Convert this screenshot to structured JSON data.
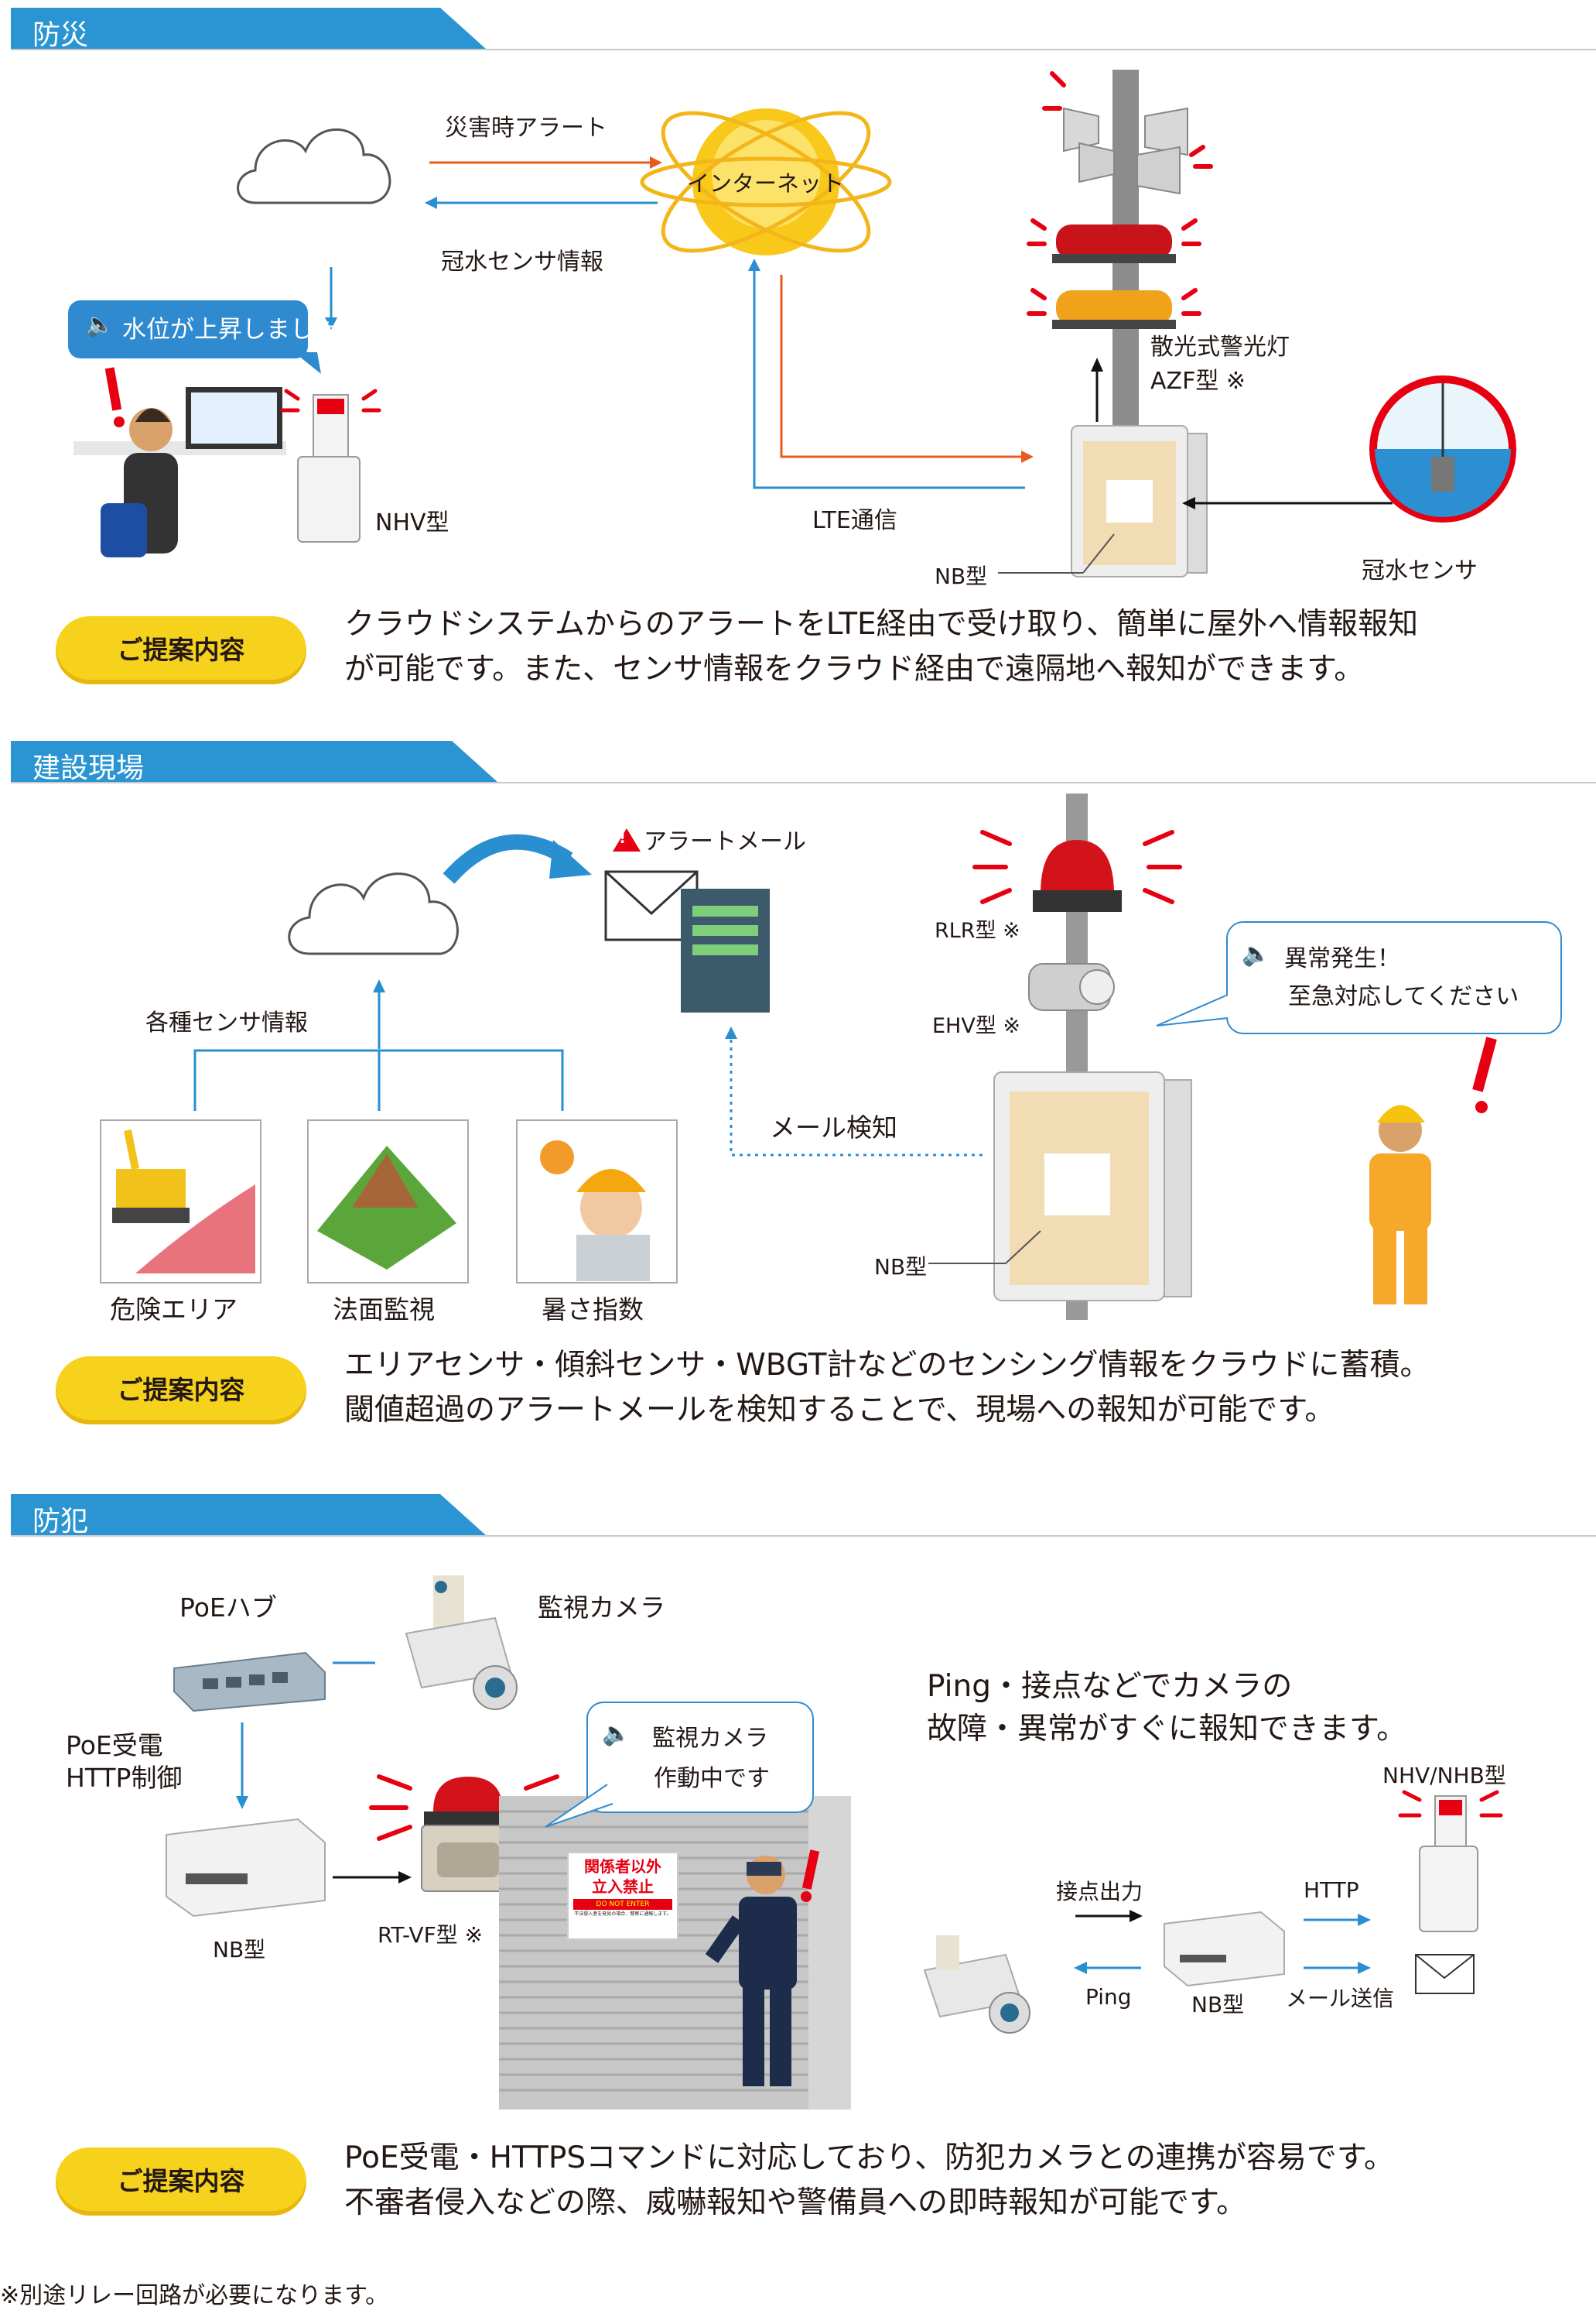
{
  "sections": {
    "disaster": {
      "title": "防災",
      "cloud_alert_label": "災害時アラート",
      "sensor_info_label": "冠水センサ情報",
      "internet_label": "インターネット",
      "speech_text": "水位が上昇しました",
      "nhv_label": "NHV型",
      "lte_label": "LTE通信",
      "nb_label": "NB型",
      "warning_light_label_1": "散光式警光灯",
      "warning_light_label_2": "AZF型 ※",
      "flood_sensor_label": "冠水センサ",
      "proposal_button": "ご提案内容",
      "proposal_line1": "クラウドシステムからのアラートをLTE経由で受け取り、簡単に屋外へ情報報知",
      "proposal_line2": "が可能です。また、センサ情報をクラウド経由で遠隔地へ報知ができます。"
    },
    "construction": {
      "title": "建設現場",
      "alert_mail_label": "アラートメール",
      "sensor_info_label": "各種センサ情報",
      "danger_area_label": "危険エリア",
      "slope_label": "法面監視",
      "heat_label": "暑さ指数",
      "mail_detect_label": "メール検知",
      "rlr_label": "RLR型 ※",
      "ehv_label": "EHV型 ※",
      "nb_label": "NB型",
      "speech_line1": "異常発生！",
      "speech_line2": "至急対応してください",
      "proposal_button": "ご提案内容",
      "proposal_line1": "エリアセンサ・傾斜センサ・WBGT計などのセンシング情報をクラウドに蓄積。",
      "proposal_line2": "閾値超過のアラートメールを検知することで、現場への報知が可能です。"
    },
    "crime": {
      "title": "防犯",
      "poe_hub_label": "PoEハブ",
      "camera_label": "監視カメラ",
      "poe_power_label_1": "PoE受電",
      "poe_power_label_2": "HTTP制御",
      "nb_label": "NB型",
      "rtvf_label": "RT-VF型 ※",
      "speech_line1": "監視カメラ",
      "speech_line2": "作動中です",
      "sign_line1": "関係者以外",
      "sign_line2": "立入禁止",
      "sign_line3": "DO NOT ENTER",
      "sign_line4": "不法侵入者を発見の場合、警察に通報します。",
      "info_line1": "Ping・接点などでカメラの",
      "info_line2": "故障・異常がすぐに報知できます。",
      "nhv_nhb_label": "NHV/NHB型",
      "contact_output_label": "接点出力",
      "http_label": "HTTP",
      "ping_label": "Ping",
      "nb_label_2": "NB型",
      "mail_send_label": "メール送信",
      "proposal_button": "ご提案内容",
      "proposal_line1": "PoE受電・HTTPSコマンドに対応しており、防犯カメラとの連携が容易です。",
      "proposal_line2": "不審者侵入などの際、威嚇報知や警備員への即時報知が可能です。"
    }
  },
  "footnote": "※別途リレー回路が必要になります。",
  "colors": {
    "header_blue": "#2a95d2",
    "arrow_orange": "#e85a1d",
    "arrow_blue": "#2a8fd0",
    "pill_yellow": "#f6d21c",
    "alert_red": "#e60012",
    "bubble_blue": "#2f8ad0"
  }
}
